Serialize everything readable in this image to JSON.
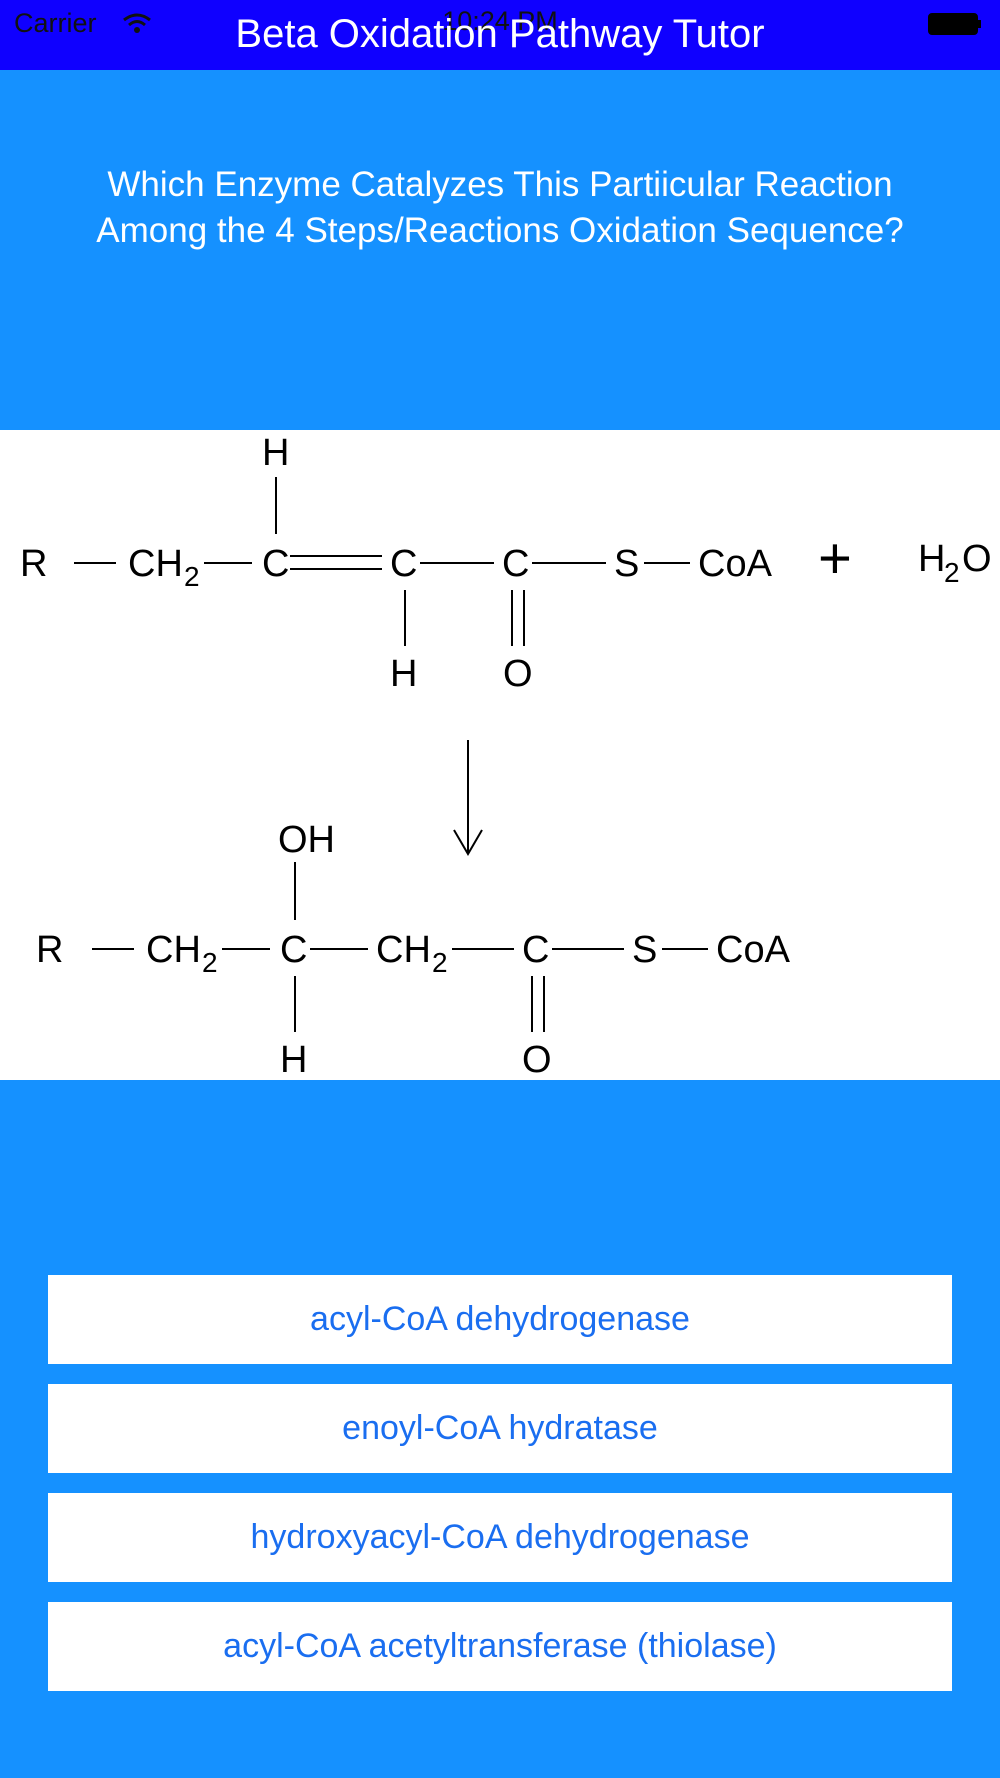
{
  "status_bar": {
    "carrier": "Carrier",
    "time": "10:24 PM"
  },
  "header": {
    "title": "Beta Oxidation Pathway Tutor"
  },
  "question": {
    "line1": "Which Enzyme Catalyzes This Partiicular Reaction",
    "line2": "Among the 4 Steps/Reactions Oxidation Sequence?"
  },
  "reaction": {
    "reactant": {
      "r": "R",
      "ch2": "CH",
      "sub2": "2",
      "c": "C",
      "s": "S",
      "coa": "CoA",
      "h": "H",
      "o": "O"
    },
    "plus": "+",
    "water": {
      "h": "H",
      "sub2": "2",
      "o": "O"
    },
    "product": {
      "r": "R",
      "ch2": "CH",
      "sub2": "2",
      "c": "C",
      "s": "S",
      "coa": "CoA",
      "oh": "OH",
      "h": "H",
      "o": "O"
    }
  },
  "answers": [
    {
      "label": "acyl-CoA dehydrogenase"
    },
    {
      "label": "enoyl-CoA hydratase"
    },
    {
      "label": "hydroxyacyl-CoA dehydrogenase"
    },
    {
      "label": "acyl-CoA acetyltransferase (thiolase)"
    }
  ]
}
